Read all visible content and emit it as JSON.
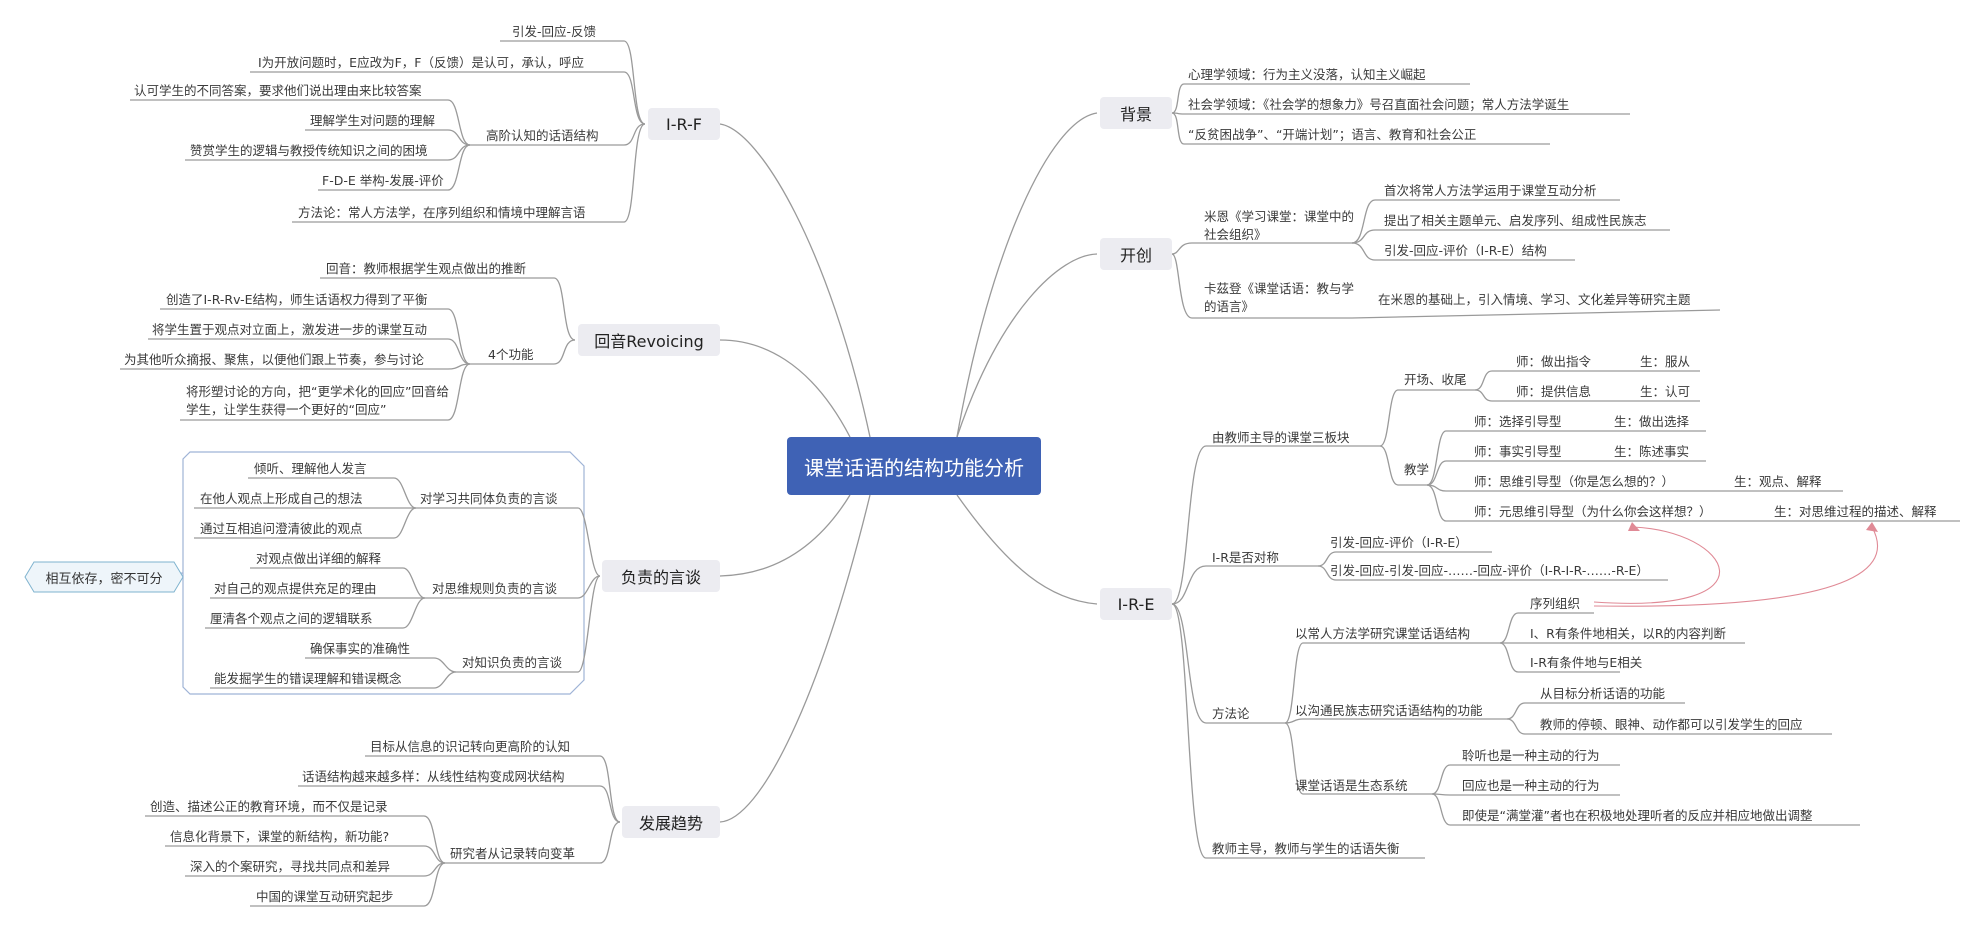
{
  "root": "课堂话语的结构功能分析",
  "right": {
    "bg": {
      "label": "背景",
      "items": [
        "心理学领域：行为主义没落，认知主义崛起",
        "社会学领域：《社会学的想象力》号召直面社会问题；常人方法学诞生",
        "“反贫困战争”、“开端计划”；语言、教育和社会公正"
      ]
    },
    "kc": {
      "label": "开创",
      "mehan": {
        "label": "米恩《学习课堂：课堂中的社会组织》",
        "items": [
          "首次将常人方法学运用于课堂互动分析",
          "提出了相关主题单元、启发序列、组成性民族志",
          "引发-回应-评价（I-R-E）结构"
        ]
      },
      "cazden": {
        "label": "卡茲登《课堂话语：教与学的语言》",
        "items": [
          "在米恩的基础上，引入情境、学习、文化差异等研究主题"
        ]
      }
    },
    "ire": {
      "label": "I-R-E",
      "teacher": {
        "label": "由教师主导的课堂三板块",
        "opening": {
          "label": "开场、收尾",
          "pairs": [
            [
              "师：做出指令",
              "生：服从"
            ],
            [
              "师：提供信息",
              "生：认可"
            ]
          ]
        },
        "teaching": {
          "label": "教学",
          "pairs": [
            [
              "师：选择引导型",
              "生：做出选择"
            ],
            [
              "师：事实引导型",
              "生：陈述事实"
            ],
            [
              "师：思维引导型（你是怎么想的？）",
              "生：观点、解释"
            ],
            [
              "师：元思维引导型（为什么你会这样想？）",
              "生：对思维过程的描述、解释"
            ]
          ]
        }
      },
      "sym": {
        "label": "I-R是否对称",
        "items": [
          "引发-回应-评价（I-R-E）",
          "引发-回应-引发-回应-……-回应-评价（I-R-I-R-……-R-E）"
        ]
      },
      "method": {
        "label": "方法论",
        "a": {
          "label": "以常人方法学研究课堂话语结构",
          "items": [
            "序列组织",
            "I、R有条件地相关，以R的内容判断",
            "I-R有条件地与E相关"
          ]
        },
        "b": {
          "label": "以沟通民族志研究话语结构的功能",
          "items": [
            "从目标分析话语的功能",
            "教师的停顿、眼神、动作都可以引发学生的回应"
          ]
        },
        "c": {
          "label": "课堂话语是生态系统",
          "items": [
            "聆听也是一种主动的行为",
            "回应也是一种主动的行为",
            "即使是“满堂灌”者也在积极地处理听者的反应并相应地做出调整"
          ]
        }
      },
      "last": "教师主导，教师与学生的话语失衡"
    }
  },
  "left": {
    "irf": {
      "label": "I-R-F",
      "items": [
        "引发-回应-反馈",
        "I为开放问题时，E应改为F，F（反馈）是认可，承认，呼应"
      ],
      "high": {
        "label": "高阶认知的话语结构",
        "items": [
          "认可学生的不同答案，要求他们说出理由来比较答案",
          "理解学生对问题的理解",
          "赞赏学生的逻辑与教授传统知识之间的困境",
          "F-D-E 举构-发展-评价"
        ]
      },
      "method": "方法论：常人方法学，在序列组织和情境中理解言语"
    },
    "rev": {
      "label": "回音Revoicing",
      "items": [
        "回音：教师根据学生观点做出的推断"
      ],
      "four": {
        "label": "4个功能",
        "items": [
          "创造了I-R-Rv-E结构，师生话语权力得到了平衡",
          "将学生置于观点对立面上，激发进一步的课堂互动",
          "为其他听众摘报、聚焦，以便他们跟上节奏，参与讨论",
          "将形塑讨论的方向，把“更学术化的回应”回音给学生，让学生获得一个更好的“回应”"
        ]
      }
    },
    "acc": {
      "label": "负责的言谈",
      "community": {
        "label": "对学习共同体负责的言谈",
        "items": [
          "倾听、理解他人发言",
          "在他人观点上形成自己的想法",
          "通过互相追问澄清彼此的观点"
        ]
      },
      "thinking": {
        "label": "对思维规则负责的言谈",
        "items": [
          "对观点做出详细的解释",
          "对自己的观点提供充足的理由",
          "厘清各个观点之间的逻辑联系"
        ]
      },
      "knowledge": {
        "label": "对知识负责的言谈",
        "items": [
          "确保事实的准确性",
          "能发掘学生的错误理解和错误概念"
        ]
      },
      "summary": "相互依存，密不可分"
    },
    "trend": {
      "label": "发展趋势",
      "items": [
        "目标从信息的识记转向更高阶的认知",
        "话语结构越来越多样：从线性结构变成网状结构"
      ],
      "res": {
        "label": "研究者从记录转向变革",
        "items": [
          "创造、描述公正的教育环境，而不仅是记录",
          "信息化背景下，课堂的新结构，新功能?",
          "深入的个案研究，寻找共同点和差异",
          "中国的课堂互动研究起步"
        ]
      }
    }
  },
  "colors": {
    "root": "#3f62b5",
    "branch": "#ececf1",
    "line": "#9a9a9a",
    "relation": "#e08a96",
    "boundary": "#9fb3d6"
  }
}
